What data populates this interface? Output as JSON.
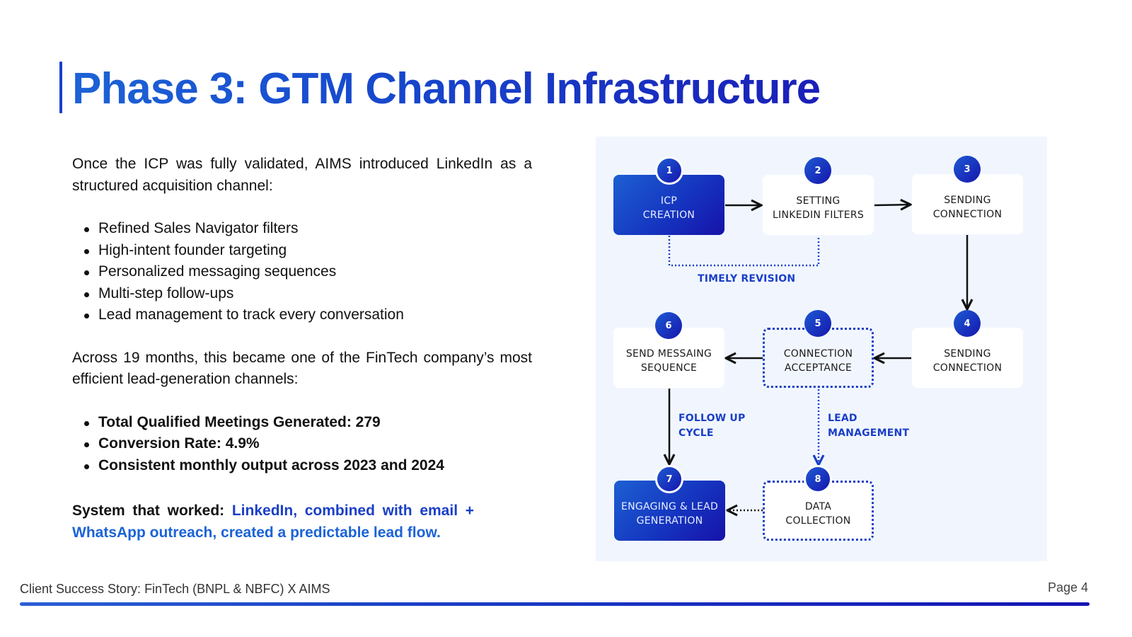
{
  "title": "Phase 3: GTM Channel Infrastructure",
  "intro": "Once the ICP was fully validated, AIMS introduced LinkedIn as a structured acquisition channel:",
  "tactics": [
    "Refined Sales Navigator filters",
    "High-intent founder targeting",
    "Personalized messaging sequences",
    "Multi-step follow-ups",
    "Lead management to track every conversation"
  ],
  "results_intro": "Across 19 months, this became one of the FinTech company’s most efficient lead-generation channels:",
  "results": [
    "Total Qualified Meetings Generated: 279",
    "Conversion Rate: 4.9%",
    "Consistent monthly output across 2023 and 2024"
  ],
  "summary": {
    "label": "System that worked:",
    "text_line1": "LinkedIn, combined with email +",
    "text_line2": "WhatsApp outreach, created a predictable lead flow."
  },
  "diagram": {
    "nodes": [
      {
        "step": "1",
        "line1": "ICP",
        "line2": "CREATION"
      },
      {
        "step": "2",
        "line1": "SETTING",
        "line2": "LINKEDIN FILTERS"
      },
      {
        "step": "3",
        "line1": "SENDING",
        "line2": "CONNECTION"
      },
      {
        "step": "4",
        "line1": "SENDING",
        "line2": "CONNECTION"
      },
      {
        "step": "5",
        "line1": "CONNECTION",
        "line2": "ACCEPTANCE"
      },
      {
        "step": "6",
        "line1": "SEND MESSAING",
        "line2": "SEQUENCE"
      },
      {
        "step": "7",
        "line1": "ENGAGING & LEAD",
        "line2": "GENERATION"
      },
      {
        "step": "8",
        "line1": "DATA",
        "line2": "COLLECTION"
      }
    ],
    "labels": {
      "timely_revision": "TIMELY REVISION",
      "follow_up_line1": "FOLLOW UP",
      "follow_up_line2": "CYCLE",
      "lead_mgmt_line1": "LEAD",
      "lead_mgmt_line2": "MANAGEMENT"
    }
  },
  "footer": {
    "caption": "Client Success Story: FinTech (BNPL & NBFC) X AIMS",
    "page": "Page 4"
  },
  "colors": {
    "accent": "#1a3fc8",
    "panel_bg": "#f1f6fe"
  }
}
